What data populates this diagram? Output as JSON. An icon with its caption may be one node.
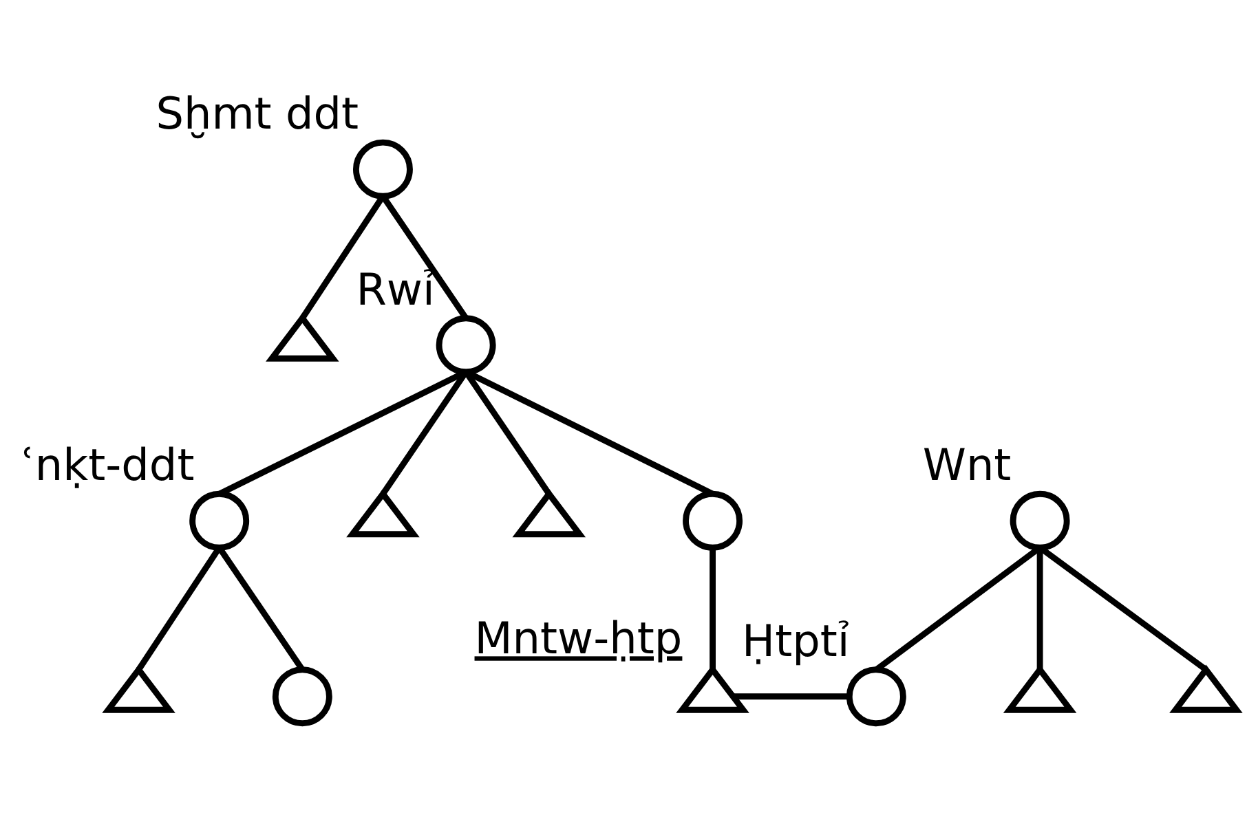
{
  "diagram": {
    "nodes": [
      {
        "text": [],
        "shape": "circle",
        "beside": [
          "Sḫmt ddt"
        ]
      },
      {
        "text": [],
        "shape": "triangle"
      },
      {
        "text": [],
        "shape": "circle",
        "beside": [
          "Rwỉ"
        ]
      },
      {
        "text": [],
        "shape": "circle",
        "beside": [
          "ʿnḳt-ddt"
        ]
      },
      {
        "text": [],
        "shape": "triangle"
      },
      {
        "text": [],
        "shape": "triangle"
      },
      {
        "text": [],
        "shape": "circle"
      },
      {
        "text": [],
        "shape": "circle",
        "beside": [
          "Wnt"
        ]
      },
      {
        "text": [],
        "shape": "triangle"
      },
      {
        "text": [],
        "shape": "circle"
      },
      {
        "text": [],
        "shape": "triangle",
        "beside": [
          "Mntw-ḥtp"
        ]
      },
      {
        "text": [],
        "shape": "circle",
        "beside": [
          "Ḥtptỉ"
        ]
      },
      {
        "text": [],
        "shape": "triangle"
      },
      {
        "text": [],
        "shape": "triangle"
      }
    ],
    "edges": [
      {
        "from": 0,
        "to": 1,
        "arrow": "none"
      },
      {
        "from": 0,
        "to": 2,
        "arrow": "none"
      },
      {
        "from": 2,
        "to": 3,
        "arrow": "none"
      },
      {
        "from": 2,
        "to": 4,
        "arrow": "none"
      },
      {
        "from": 2,
        "to": 5,
        "arrow": "none"
      },
      {
        "from": 2,
        "to": 6,
        "arrow": "none"
      },
      {
        "from": 3,
        "to": 8,
        "arrow": "none"
      },
      {
        "from": 3,
        "to": 9,
        "arrow": "none"
      },
      {
        "from": 6,
        "to": 10,
        "arrow": "none"
      },
      {
        "from": 10,
        "to": 11,
        "arrow": "none"
      },
      {
        "from": 7,
        "to": 11,
        "arrow": "none"
      },
      {
        "from": 7,
        "to": 12,
        "arrow": "none"
      },
      {
        "from": 7,
        "to": 13,
        "arrow": "none"
      }
    ]
  }
}
